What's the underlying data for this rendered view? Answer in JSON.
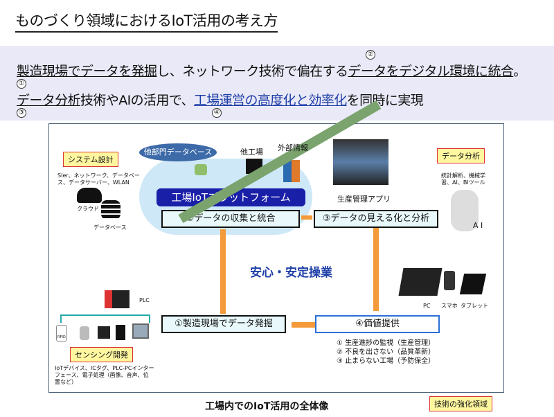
{
  "header": {
    "title": "ものづくり領域におけるIoT活用の考え方"
  },
  "summary": {
    "line1": [
      "製造現場でデータを発掘",
      "し、ネットワーク技術で偏在する",
      "データをデジタル環境に統合",
      "。"
    ],
    "line2": [
      "データ分析",
      "技術やAIの活用で、",
      "工場運営の高度化と効率化",
      "を同時に実現"
    ],
    "markers": [
      "①",
      "②",
      "③",
      "④"
    ]
  },
  "diagram": {
    "system_design": {
      "tag": "システム設計",
      "desc": [
        "SIer、ネットワーク、データベー",
        "ス、データサーバー、WLAN"
      ],
      "cloud_label": "クラウド",
      "db_label": "データベース"
    },
    "other_db": "他部門データベース",
    "other_factory": "他工場",
    "external_info": "外部情報",
    "platform": "工場IoTプラットフォーム",
    "app_label": "生産管理アプリ",
    "data_analysis": {
      "tag": "データ分析",
      "desc": [
        "統計解析、機械学",
        "習、AI、BIツール"
      ],
      "ai_label": "A I"
    },
    "steps": [
      "②データの収集と統合",
      "③データの見える化と分析",
      "①製造現場でデータ発掘",
      "④価値提供"
    ],
    "center_label": "安心・安定操業",
    "plc": "PLC",
    "devices": [
      "PC",
      "スマホ",
      "タブレット"
    ],
    "rfid": "RFID",
    "sensing": {
      "tag": "センシング開発",
      "desc": [
        "IoTデバイス、ICタグ、PLC-PCインター",
        "フェース、電子処理（画像、音声、位",
        "置など）"
      ]
    },
    "values": [
      "①  生産進捗の監視（生産管理）",
      "②  不良を出さない（品質革新）",
      "③  止まらない工場（予防保全）"
    ]
  },
  "caption": "工場内でのIoT活用の全体像",
  "legend_tag": "技術の強化領域",
  "colors": {
    "accent_blue": "#1f3fa8",
    "arrow": "#f39a3a",
    "tag_fill": "#fff7a0",
    "tag_border": "#dd3333",
    "platform": "#1a1fa8"
  }
}
